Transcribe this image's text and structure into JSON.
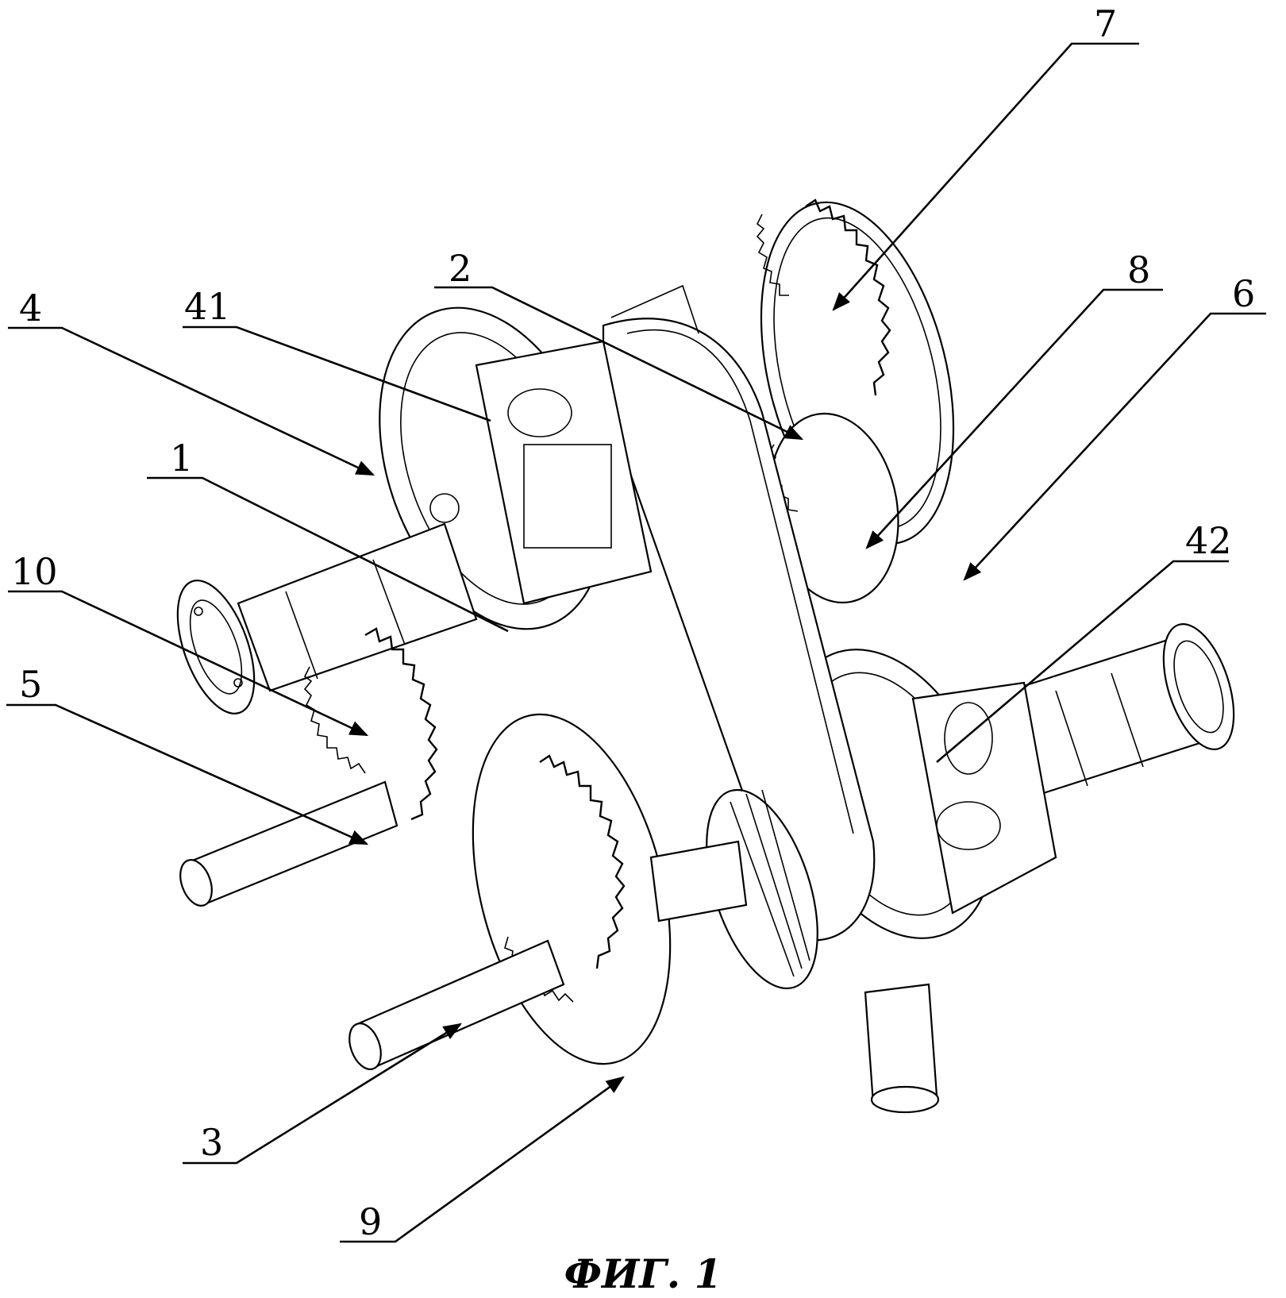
{
  "figure": {
    "caption": "ФИГ. 1",
    "labels": {
      "l1": "1",
      "l2": "2",
      "l3": "3",
      "l4": "4",
      "l5": "5",
      "l6": "6",
      "l7": "7",
      "l8": "8",
      "l9": "9",
      "l10": "10",
      "l41": "41",
      "l42": "42"
    }
  }
}
